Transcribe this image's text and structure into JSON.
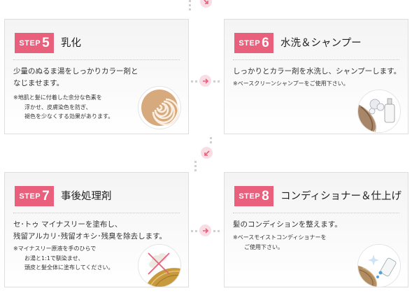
{
  "steps": [
    {
      "step_word": "STEP",
      "step_num": "5",
      "title": "乳化",
      "main_lines": [
        "少量のぬるま湯をしっかりカラー剤と",
        "なじませます。"
      ],
      "note_lines": [
        "※地肌と髪に付着した余分な色素を",
        "浮かせ、皮膚染色を防ぎ、",
        "褪色を少なくする効果があります。"
      ],
      "icon": "swirl-emulsion-icon"
    },
    {
      "step_word": "STEP",
      "step_num": "6",
      "title": "水洗＆シャンプー",
      "main_lines": [
        "しっかりとカラー剤を水洗し、シャンプーします。"
      ],
      "note_lines": [
        "※ベースクリーンシャンプーをご使用下さい。"
      ],
      "icon": "shampoo-hair-icon"
    },
    {
      "step_word": "STEP",
      "step_num": "7",
      "title": "事後処理剤",
      "main_lines": [
        "セ･トゥ マイナスリーを塗布し、",
        "残留アルカリ･残留オキシ･残臭を除去します。"
      ],
      "note_lines": [
        "※マイナスリー原液を手のひらで",
        "お湯と1:1で馴染ませ、",
        "頭皮と髪全体に塗布してください。"
      ],
      "icon": "remove-residue-icon"
    },
    {
      "step_word": "STEP",
      "step_num": "8",
      "title": "コンディショナー＆仕上げ",
      "main_lines": [
        "髪のコンディションを整えます。"
      ],
      "note_lines": [
        "※ベースモイストコンディショナーを",
        "ご使用下さい。"
      ],
      "icon": "conditioner-hair-icon"
    }
  ],
  "colors": {
    "accent": "#e8607c",
    "arrow_bg": "#f9dde4",
    "dots": "#d0d0d0"
  }
}
